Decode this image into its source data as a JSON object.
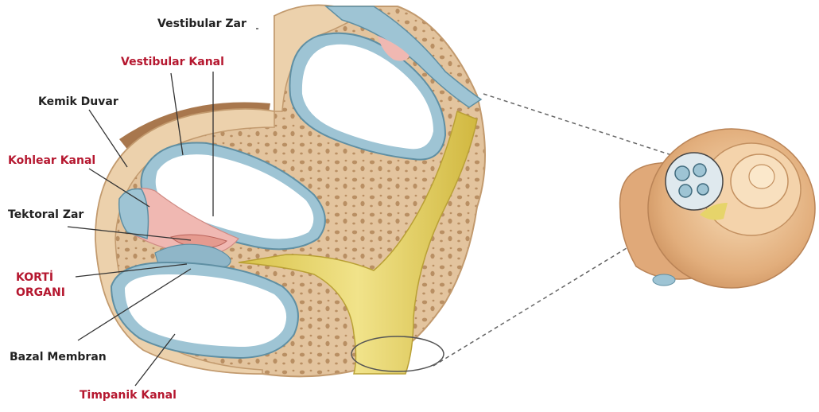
{
  "labels": {
    "vestibular_zar": "Vestibular Zar",
    "vestibular_kanal": "Vestibular Kanal",
    "kemik_duvar": "Kemik Duvar",
    "kohlear_kanal": "Kohlear Kanal",
    "tektoral_zar": "Tektoral Zar",
    "korti_line1": "KORTİ",
    "korti_line2": "ORGANI",
    "bazal_membran": "Bazal Membran",
    "timpanik_kanal": "Timpanik Kanal"
  },
  "colors": {
    "bone": "#e3c49e",
    "bone_dark": "#c9a47a",
    "canal_wall": "#9ec4d4",
    "canal_inner": "#ffffff",
    "nerve": "#e6d46a",
    "pink": "#f0b8b2",
    "label_dark": "#222222",
    "label_red": "#b5172f"
  }
}
